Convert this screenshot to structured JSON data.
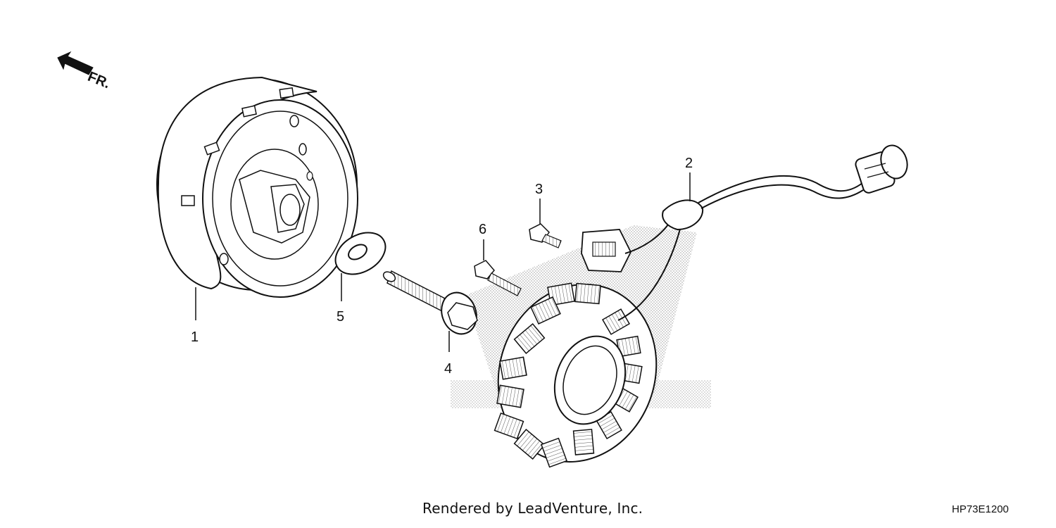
{
  "direction_label": "FR.",
  "callouts": [
    {
      "id": "1",
      "label": "1"
    },
    {
      "id": "2",
      "label": "2"
    },
    {
      "id": "3",
      "label": "3"
    },
    {
      "id": "4",
      "label": "4"
    },
    {
      "id": "5",
      "label": "5"
    },
    {
      "id": "6",
      "label": "6"
    }
  ],
  "footer": {
    "credit": "Rendered by LeadVenture, Inc.",
    "diagram_code": "HP73E1200"
  },
  "colors": {
    "line": "#111111",
    "shade": "#bbbbbb"
  }
}
